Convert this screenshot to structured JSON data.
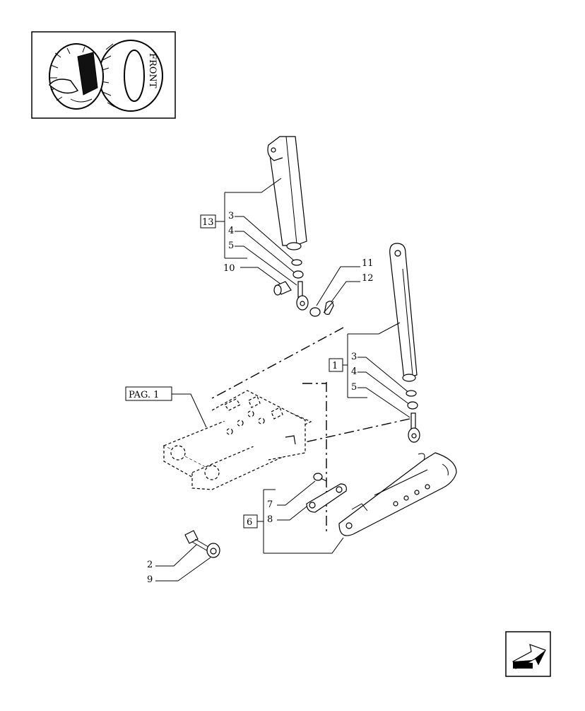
{
  "callouts": {
    "c13": "13",
    "c3a": "3",
    "c4a": "4",
    "c5a": "5",
    "c10": "10",
    "c11": "11",
    "c12": "12",
    "c1": "1",
    "c3b": "3",
    "c4b": "4",
    "c5b": "5",
    "pag": "PAG. 1",
    "c6": "6",
    "c7": "7",
    "c8": "8",
    "c2": "2",
    "c9": "9"
  },
  "thumbnail": {
    "label": "FRONT"
  },
  "icons": {
    "nav": "next-page-arrow-icon"
  }
}
